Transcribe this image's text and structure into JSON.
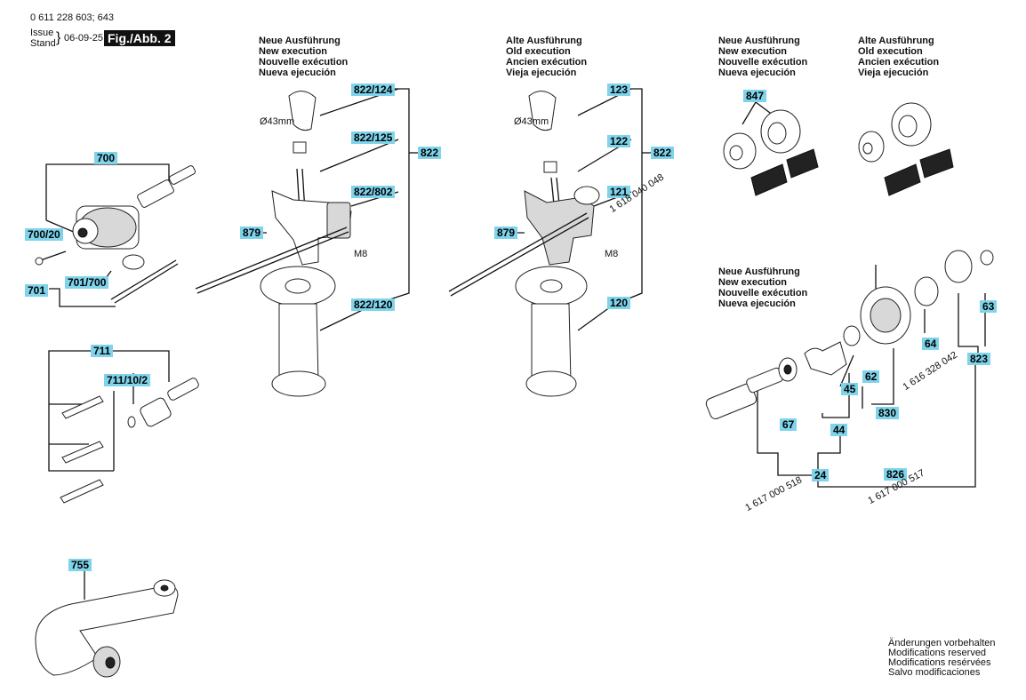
{
  "doc": {
    "number": "0 611 228 603; 643",
    "issue_label": "Issue",
    "stand_label": "Stand",
    "date": "06-09-25",
    "fig_label": "Fig./Abb. 2"
  },
  "headers": {
    "new": [
      "Neue Ausführung",
      "New execution",
      "Nouvelle exécution",
      "Nueva ejecución"
    ],
    "old": [
      "Alte Ausführung",
      "Old execution",
      "Ancien exécution",
      "Vieja ejecución"
    ]
  },
  "dims": {
    "diameter": "Ø43mm",
    "thread": "M8"
  },
  "labels": {
    "l700": "700",
    "l700_20": "700/20",
    "l701_700": "701/700",
    "l701": "701",
    "l711": "711",
    "l711_10_2": "711/10/2",
    "l755": "755",
    "l822_124": "822/124",
    "l822_125": "822/125",
    "l822_802": "822/802",
    "l822a": "822",
    "l879a": "879",
    "l822_120": "822/120",
    "l123": "123",
    "l122": "122",
    "l121": "121",
    "l822b": "822",
    "l879b": "879",
    "l120": "120",
    "l847": "847",
    "l63": "63",
    "l64": "64",
    "l823": "823",
    "l62": "62",
    "l45": "45",
    "l830": "830",
    "l67": "67",
    "l44": "44",
    "l24": "24",
    "l826": "826"
  },
  "part_numbers": {
    "p048": "1 618 040 048",
    "p042": "1 616 328 042",
    "p518": "1 617 000 518",
    "p517": "1 617 000 517"
  },
  "footer": [
    "Änderungen vorbehalten",
    "Modifications reserved",
    "Modifications resérvées",
    "Salvo modificaciones"
  ]
}
